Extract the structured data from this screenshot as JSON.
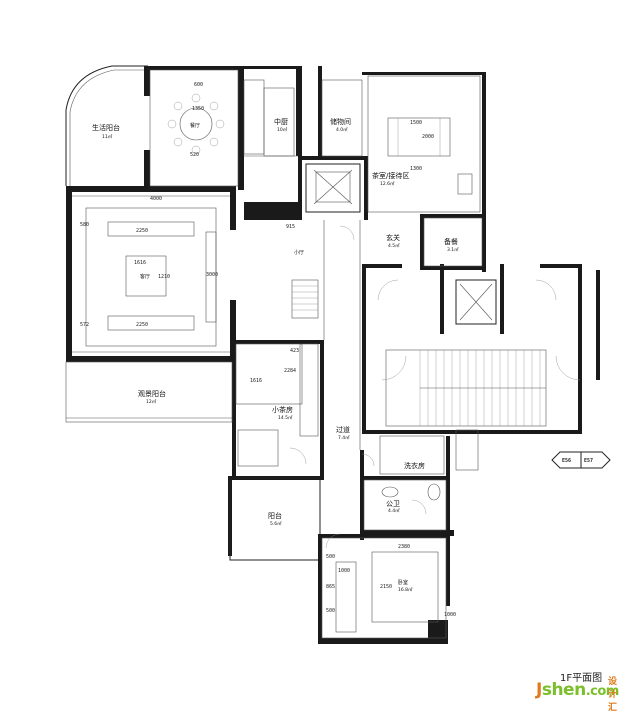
{
  "caption": "1F平面图",
  "watermark": {
    "j": "J",
    "rest": "shen",
    "com": ".com",
    "cn": "设计汇",
    "accent": "#e07a1c",
    "secondary": "#7bbf2a"
  },
  "rooms": {
    "living_balcony": {
      "name": "生活阳台",
      "area": "11㎡"
    },
    "dining": {
      "name": "餐厅",
      "area": ""
    },
    "kitchen": {
      "name": "中厨",
      "area": "10㎡"
    },
    "storage": {
      "name": "储物间",
      "area": "4.0㎡"
    },
    "tea_room": {
      "name": "茶室/接待区",
      "area": "12.6㎡"
    },
    "entry": {
      "name": "玄关",
      "area": "4.5㎡"
    },
    "pantry": {
      "name": "备餐",
      "area": "3.1㎡"
    },
    "living": {
      "name": "客厅",
      "area": ""
    },
    "view_balcony": {
      "name": "观景阳台",
      "area": "12㎡"
    },
    "study": {
      "name": "小茶房",
      "area": "14.5㎡"
    },
    "corridor": {
      "name": "过道",
      "area": "7.4㎡"
    },
    "laundry": {
      "name": "洗衣房",
      "area": ""
    },
    "balcony": {
      "name": "阳台",
      "area": "5.6㎡"
    },
    "wc": {
      "name": "公卫",
      "area": "4.4㎡"
    },
    "bedroom": {
      "name": "卧室",
      "area": "16.8㎡"
    },
    "small": {
      "name": "小厅",
      "area": ""
    }
  },
  "dims": {
    "d600": "600",
    "d1350": "1350",
    "d4000": "4000",
    "d2250a": "2250",
    "d2250b": "2250",
    "d1616": "1616",
    "d1210": "1210",
    "d3000": "3000",
    "d572": "572",
    "d580": "580",
    "d1616b": "1616",
    "d2284": "2284",
    "d423": "423",
    "d2380": "2380",
    "d2150": "2150",
    "d500": "500",
    "d1000": "1000",
    "d865": "865",
    "d500b": "500",
    "d1500": "1500",
    "d2000": "2000",
    "d1300": "1300",
    "d915": "915",
    "d520": "520",
    "d1000b": "1000"
  },
  "section_marks": {
    "a": "E56",
    "b": "E57"
  }
}
